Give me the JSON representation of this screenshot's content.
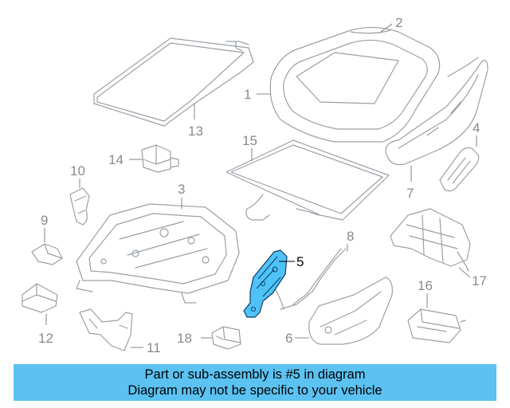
{
  "callouts": {
    "c1": "1",
    "c2": "2",
    "c3": "3",
    "c4": "4",
    "c5": "5",
    "c6": "6",
    "c7": "7",
    "c8": "8",
    "c9": "9",
    "c10": "10",
    "c11": "11",
    "c12": "12",
    "c13": "13",
    "c14": "14",
    "c15": "15",
    "c16": "16",
    "c17": "17",
    "c18": "18"
  },
  "highlighted_part": "5",
  "colors": {
    "highlight": "#4fc3f7",
    "banner": "#5bc2f2",
    "outline": "#9aa0a6"
  },
  "banner": {
    "line1": "Part or sub-assembly is #5 in diagram",
    "line2": "Diagram may not be specific to your vehicle"
  }
}
